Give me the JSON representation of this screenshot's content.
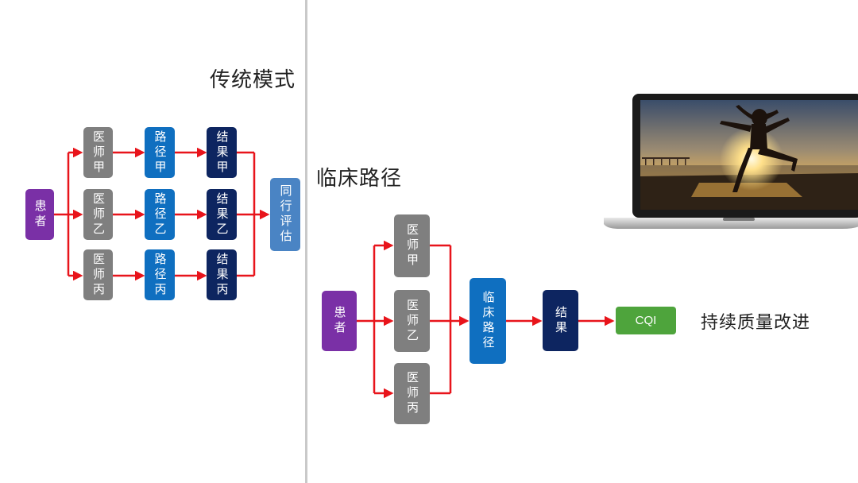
{
  "left": {
    "title": "传统模式",
    "patient": "患者",
    "doctors": [
      "医师甲",
      "医师乙",
      "医师丙"
    ],
    "paths": [
      "路径甲",
      "路径乙",
      "路径丙"
    ],
    "results": [
      "结果甲",
      "结果乙",
      "结果丙"
    ],
    "evaluation": "同行评估"
  },
  "right": {
    "title": "临床路径",
    "patient": "患者",
    "doctors": [
      "医师甲",
      "医师乙",
      "医师丙"
    ],
    "pathway": "临床路径",
    "result": "结果",
    "cqi": "CQI",
    "cqi_note": "持续质量改进"
  },
  "colors": {
    "patient": "#7a30a6",
    "doctor": "#7f7f7f",
    "path": "#0f6fc0",
    "result": "#0d2560",
    "evaluation": "#4a84c4",
    "cqi": "#4ea43c",
    "arrow": "#e8141b"
  },
  "laptop_image": "laptop-photo"
}
